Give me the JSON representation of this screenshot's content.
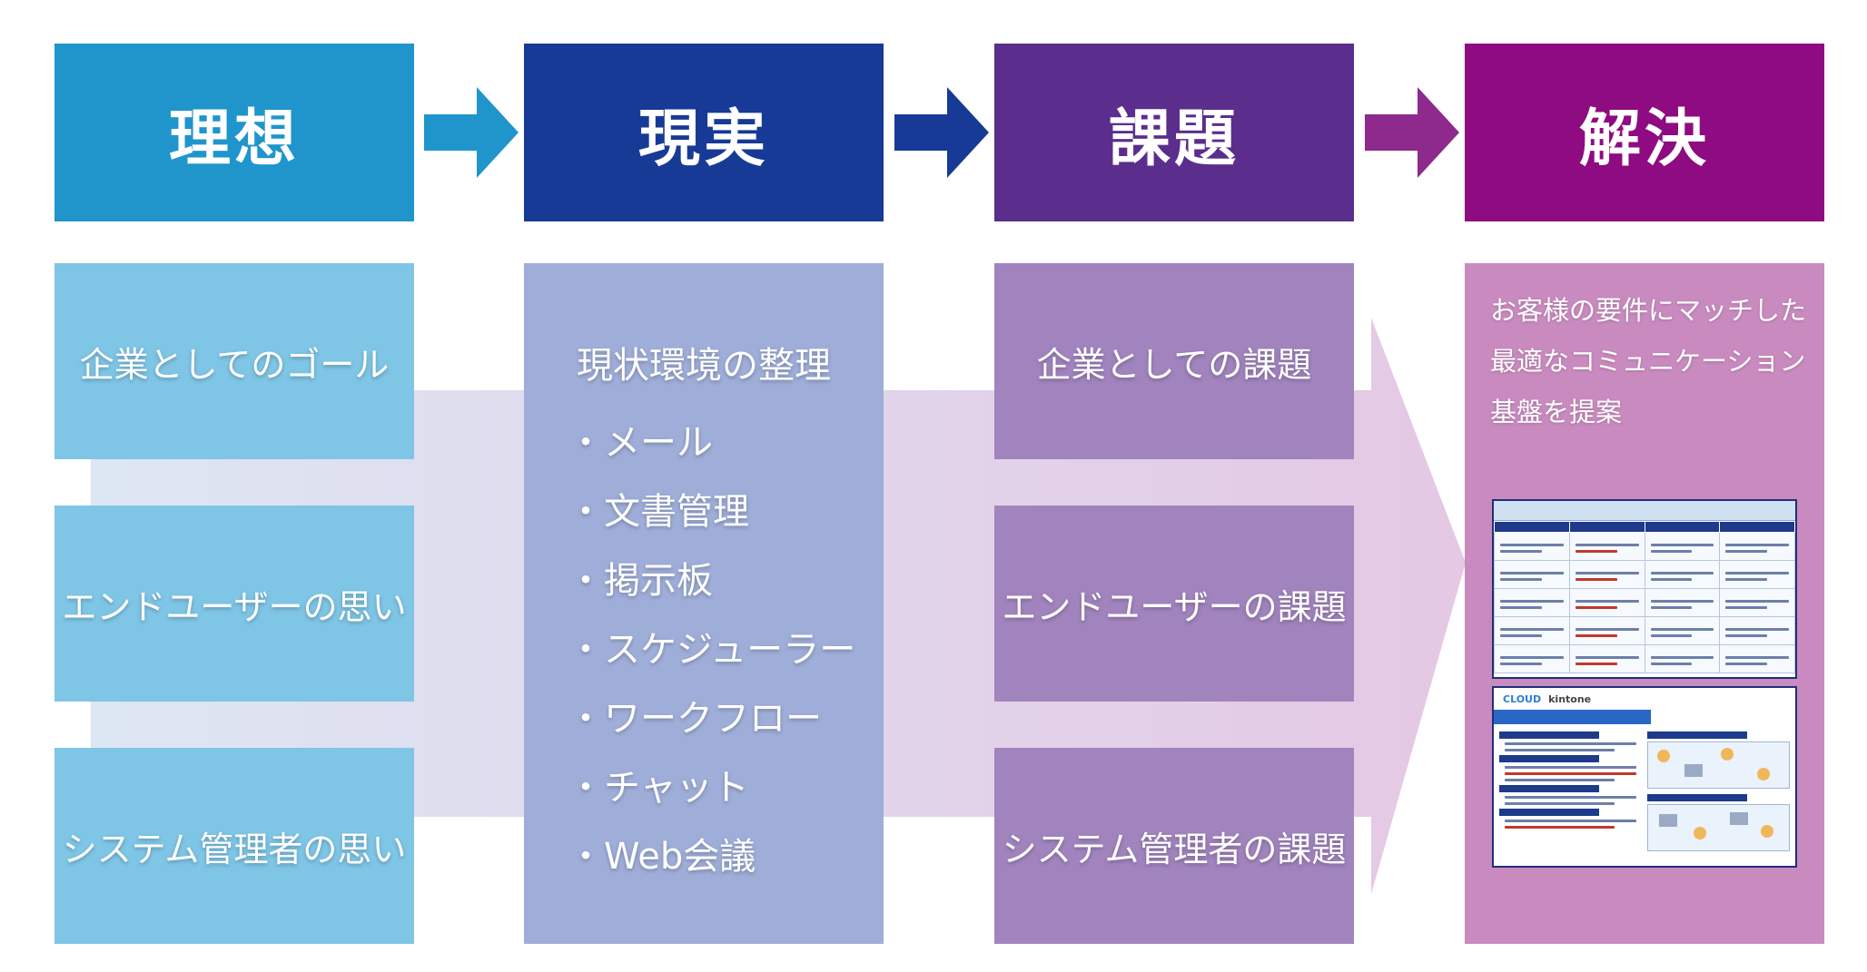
{
  "colors": {
    "ideal_header": "#1f95cc",
    "ideal_box": "#7fc5e6",
    "reality_header": "#173a96",
    "reality_box": "#9faed9",
    "issue_header": "#5b2d8c",
    "issue_box": "#a184be",
    "solution_header": "#8e0b82",
    "solution_box": "#c98bbf",
    "flow_band_start": "#dde6f3",
    "flow_band_end": "#e4c8e4"
  },
  "columns": [
    {
      "header": "理想",
      "boxes": [
        "企業としてのゴール",
        "エンドユーザーの思い",
        "システム管理者の思い"
      ]
    },
    {
      "header": "現実",
      "title": "現状環境の整理",
      "items": [
        "・メール",
        "・文書管理",
        "・掲示板",
        "・スケジューラー",
        "・ワークフロー",
        "・チャット",
        "・Web会議"
      ]
    },
    {
      "header": "課題",
      "boxes": [
        "企業としての課題",
        "エンドユーザーの課題",
        "システム管理者の課題"
      ]
    },
    {
      "header": "解決",
      "text_lines": [
        "お客様の要件にマッチした",
        "最適なコミュニケーション",
        "基盤を提案"
      ]
    }
  ],
  "icons": {
    "flow_arrow": "right-arrow-icon"
  }
}
